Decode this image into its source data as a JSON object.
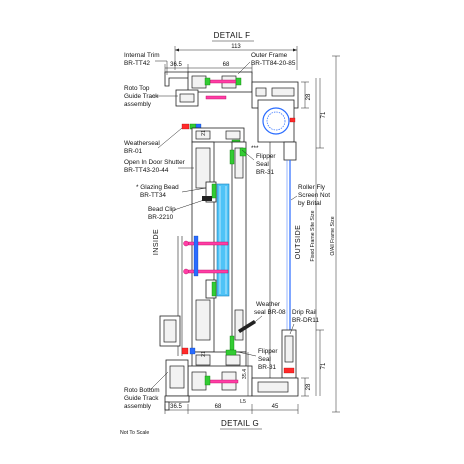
{
  "titles": {
    "detail_top": "DETAIL F",
    "detail_bottom": "DETAIL G",
    "inside": "INSIDE",
    "outside": "OUTSIDE",
    "not_to_scale": "Not To Scale"
  },
  "labels": {
    "internal_trim": [
      "Internal Trim",
      "BR-TT42"
    ],
    "outer_frame": [
      "Outer Frame",
      "BR-TT84-20-85"
    ],
    "roto_top": [
      "Roto Top",
      "Guide Track",
      "assembly"
    ],
    "weatherseal": [
      "Weatherseal",
      "BR-01"
    ],
    "flipper_seal_top": [
      "***",
      "Flipper",
      "Seal",
      "BR-31"
    ],
    "open_in_door": [
      "Open In Door Shutter",
      "BR-TT43-20-44"
    ],
    "glazing_bead": [
      "* Glazing Bead",
      "BR-TT34"
    ],
    "roller_fly": [
      "Roller Fly",
      "Screen Not",
      "by Brital"
    ],
    "bead_clip": [
      "Bead Clip",
      "BR-2210"
    ],
    "weather_seal_08": [
      "Weather",
      "seal BR-08"
    ],
    "drip_rail": [
      "Drip Rail",
      "BR-DR11"
    ],
    "flipper_seal_bottom": [
      "Flipper",
      "Seal",
      "BR-31"
    ],
    "roto_bottom": [
      "Roto Bottom",
      "Guide Track",
      "assembly"
    ],
    "fixed_frame_size": "Fixed Frame Site Size",
    "o_all_frame_size": "O/All Frame Size"
  },
  "dimensions": {
    "top_overall": "113",
    "top_36_5": "36.5",
    "top_68": "68",
    "top_28": "28",
    "top_71": "71",
    "top_21": "21",
    "bottom_36_5": "36.5",
    "bottom_68": "68",
    "bottom_45": "45",
    "bottom_71": "71",
    "bottom_28": "28",
    "bottom_21": "21",
    "bottom_35_4": "35.4",
    "bottom_L5": "L5"
  }
}
